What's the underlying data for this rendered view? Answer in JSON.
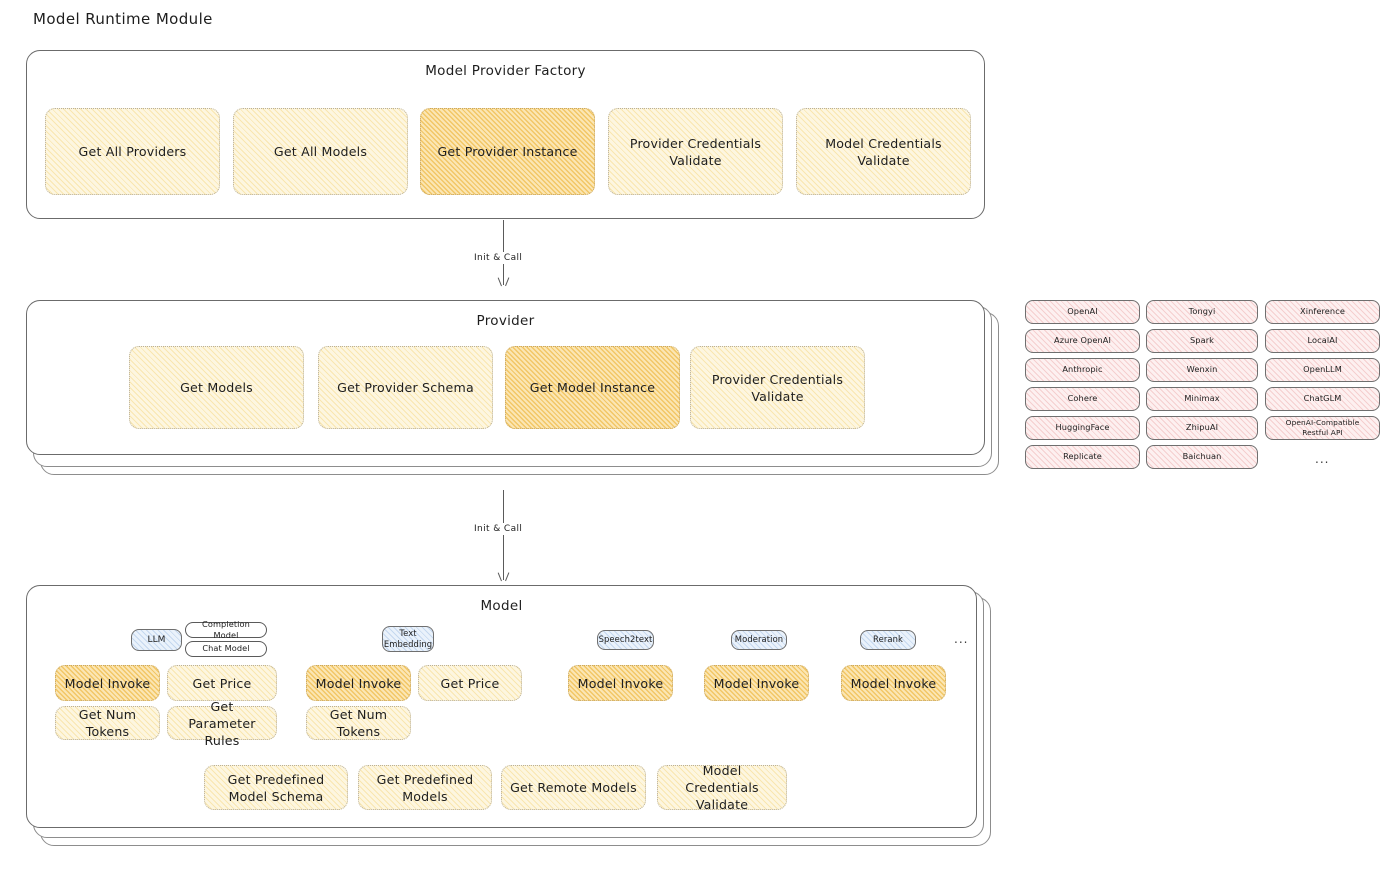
{
  "page": {
    "title": "Model Runtime Module"
  },
  "factory": {
    "title": "Model Provider Factory",
    "nodes": [
      {
        "label": "Get All Providers",
        "highlight": false
      },
      {
        "label": "Get All Models",
        "highlight": false
      },
      {
        "label": "Get Provider Instance",
        "highlight": true
      },
      {
        "label": "Provider Credentials Validate",
        "highlight": false
      },
      {
        "label": "Model Credentials Validate",
        "highlight": false
      }
    ]
  },
  "connectors": [
    {
      "label": "Init & Call"
    },
    {
      "label": "Init & Call"
    }
  ],
  "provider": {
    "title": "Provider",
    "nodes": [
      {
        "label": "Get Models",
        "highlight": false
      },
      {
        "label": "Get Provider Schema",
        "highlight": false
      },
      {
        "label": "Get Model Instance",
        "highlight": true
      },
      {
        "label": "Provider Credentials Validate",
        "highlight": false
      }
    ]
  },
  "provider_list": {
    "columns": [
      [
        "OpenAI",
        "Azure OpenAI",
        "Anthropic",
        "Cohere",
        "HuggingFace",
        "Replicate"
      ],
      [
        "Tongyi",
        "Spark",
        "Wenxin",
        "Minimax",
        "ZhipuAI",
        "Baichuan"
      ],
      [
        "Xinference",
        "LocalAI",
        "OpenLLM",
        "ChatGLM",
        "OpenAI-Compatible Restful API"
      ]
    ],
    "more": "..."
  },
  "model": {
    "title": "Model",
    "more": "...",
    "types": [
      {
        "badge": "LLM",
        "sub_badges": [
          "Completion Model",
          "Chat Model"
        ],
        "methods": [
          "Model Invoke",
          "Get Price",
          "Get Num Tokens",
          "Get Parameter Rules"
        ]
      },
      {
        "badge": "Text Embedding",
        "sub_badges": [],
        "methods": [
          "Model Invoke",
          "Get Price",
          "Get Num Tokens"
        ]
      },
      {
        "badge": "Speech2text",
        "sub_badges": [],
        "methods": [
          "Model Invoke"
        ]
      },
      {
        "badge": "Moderation",
        "sub_badges": [],
        "methods": [
          "Model Invoke"
        ]
      },
      {
        "badge": "Rerank",
        "sub_badges": [],
        "methods": [
          "Model Invoke"
        ]
      }
    ],
    "common_methods": [
      "Get Predefined Model Schema",
      "Get Predefined Models",
      "Get Remote Models",
      "Model Credentials Validate"
    ]
  },
  "colors": {
    "highlight_fill": "#fbe6b4",
    "normal_fill": "#fdf6e0",
    "provider_chip_fill": "#fdf0f0",
    "model_badge_fill": "#eaf2fb",
    "stroke": "#6b6b6b",
    "text": "#1e1e1e"
  }
}
